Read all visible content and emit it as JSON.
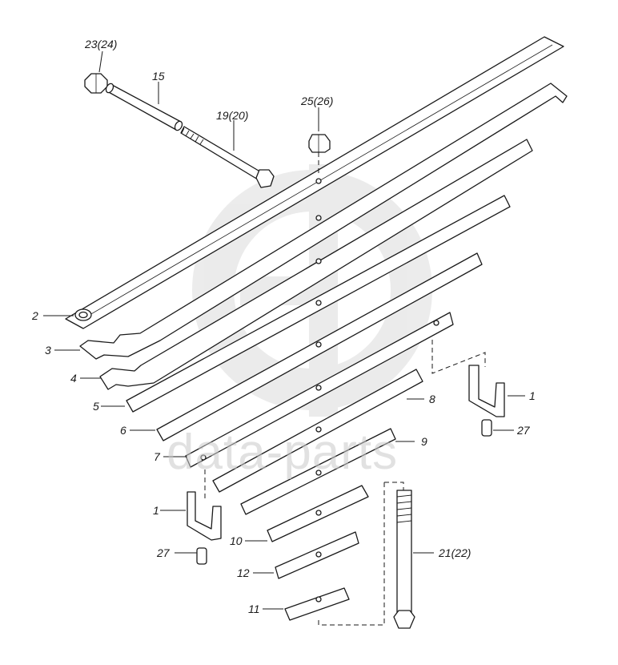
{
  "watermark": {
    "text": "data-parts"
  },
  "callouts": {
    "c23_24": "23(24)",
    "c15": "15",
    "c19_20": "19(20)",
    "c25_26": "25(26)",
    "c2": "2",
    "c3": "3",
    "c4": "4",
    "c5": "5",
    "c6": "6",
    "c7": "7",
    "c8": "8",
    "c9": "9",
    "c1_right": "1",
    "c27_right": "27",
    "c1_left": "1",
    "c27_left": "27",
    "c10": "10",
    "c12": "12",
    "c11": "11",
    "c21_22": "21(22)"
  }
}
